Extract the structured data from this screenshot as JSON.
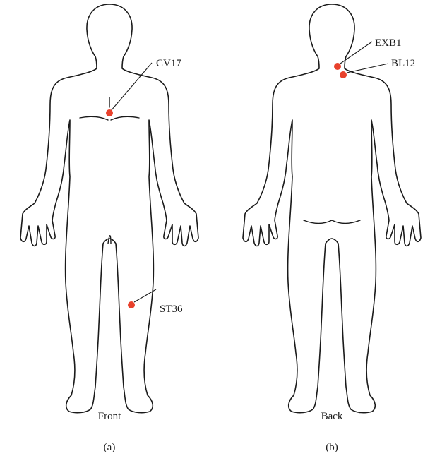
{
  "panels": [
    {
      "view": "Front",
      "caption": "(a)",
      "points": [
        {
          "label": "CV17"
        },
        {
          "label": "ST36"
        }
      ]
    },
    {
      "view": "Back",
      "caption": "(b)",
      "points": [
        {
          "label": "EXB1"
        },
        {
          "label": "BL12"
        }
      ]
    }
  ],
  "colors": {
    "acupoint": "#e8412c",
    "outline": "#1a1a1a"
  }
}
